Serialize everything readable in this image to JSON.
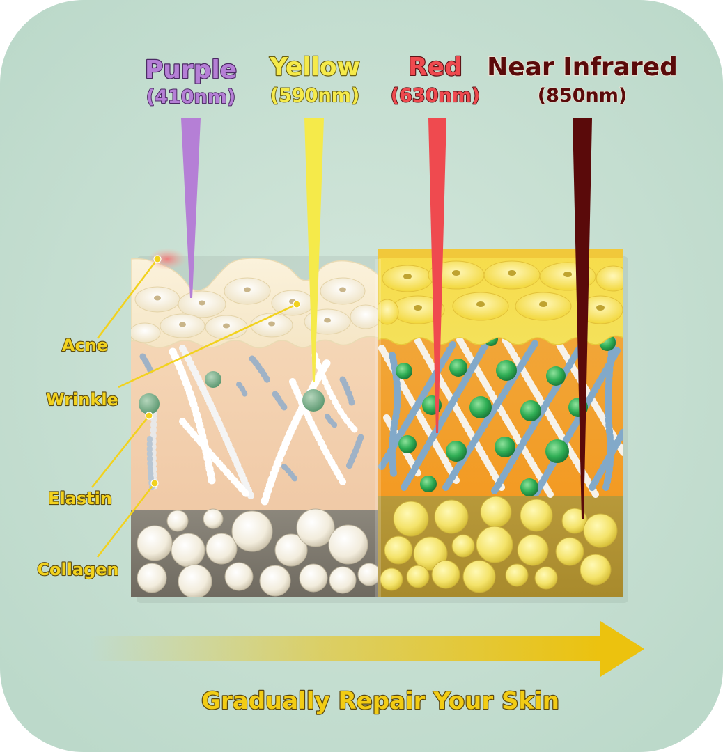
{
  "wavelengths": [
    {
      "name": "Purple",
      "nm": "(410nm)",
      "color": "#b57fd6",
      "outline": "#4b2a63"
    },
    {
      "name": "Yellow",
      "nm": "(590nm)",
      "color": "#f5ea4a",
      "outline": "#6b6112"
    },
    {
      "name": "Red",
      "nm": "(630nm)",
      "color": "#ef4a4f",
      "outline": "#5e1518"
    },
    {
      "name": "Near Infrared",
      "nm": "(850nm)",
      "color": "#5a0a0a",
      "outline": "#e9e0d2"
    }
  ],
  "labels": {
    "acne": "Acne",
    "wrinkle": "Wrinkle",
    "elastin": "Elastin",
    "collagen": "Collagen"
  },
  "footer": {
    "text": "Gradually Repair Your Skin"
  },
  "colors": {
    "background": "#c3ddd0",
    "label_yellow": "#f2d21e",
    "arrow_yellow": "#ecc20e"
  }
}
